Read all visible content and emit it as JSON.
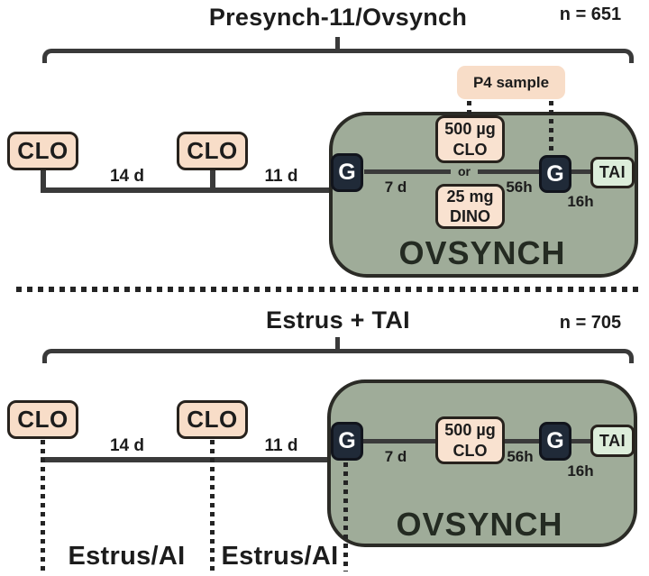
{
  "colors": {
    "peach_box": "#f8ddc8",
    "sage_panel": "#9fac99",
    "navy_g_box": "#202a38",
    "mint_tai_box": "#dcedda",
    "line": "#3a3a3a",
    "text": "#1c1c1c"
  },
  "top": {
    "title": "Presynch-11/Ovsynch",
    "n_label": "n = 651",
    "clo1": "CLO",
    "clo2": "CLO",
    "interval1": "14 d",
    "interval2": "11 d",
    "p4_label": "P4 sample",
    "ovsynch": {
      "g1": "G",
      "d7": "7 d",
      "clo_dose_1": "500 µg",
      "clo_dose_2": "CLO",
      "or": "or",
      "dino_dose_1": "25 mg",
      "dino_dose_2": "DINO",
      "h56": "56h",
      "g2": "G",
      "h16": "16h",
      "tai": "TAI",
      "label": "OVSYNCH"
    }
  },
  "bottom": {
    "title": "Estrus + TAI",
    "n_label": "n = 705",
    "clo1": "CLO",
    "clo2": "CLO",
    "interval1": "14 d",
    "interval2": "11 d",
    "estrus_ai_1": "Estrus/AI",
    "estrus_ai_2": "Estrus/AI",
    "ovsynch": {
      "g1": "G",
      "d7": "7 d",
      "clo_dose_1": "500 µg",
      "clo_dose_2": "CLO",
      "h56": "56h",
      "g2": "G",
      "h16": "16h",
      "tai": "TAI",
      "label": "OVSYNCH"
    }
  }
}
